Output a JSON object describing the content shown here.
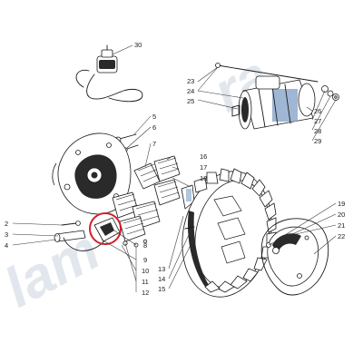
{
  "diagram": {
    "callouts": [
      "30",
      "23",
      "24",
      "25",
      "26",
      "27",
      "28",
      "29",
      "5",
      "6",
      "7",
      "16",
      "17",
      "18",
      "2",
      "3",
      "4",
      "8",
      "9",
      "10",
      "11",
      "12",
      "13",
      "14",
      "15",
      "19",
      "20",
      "21",
      "22"
    ],
    "watermark_text": "ra",
    "colors": {
      "ink": "#1a1a1a",
      "accent_blue": "#7f9ec7",
      "highlight_ring": "#d0202a",
      "watermark": "#c9d3df"
    }
  }
}
